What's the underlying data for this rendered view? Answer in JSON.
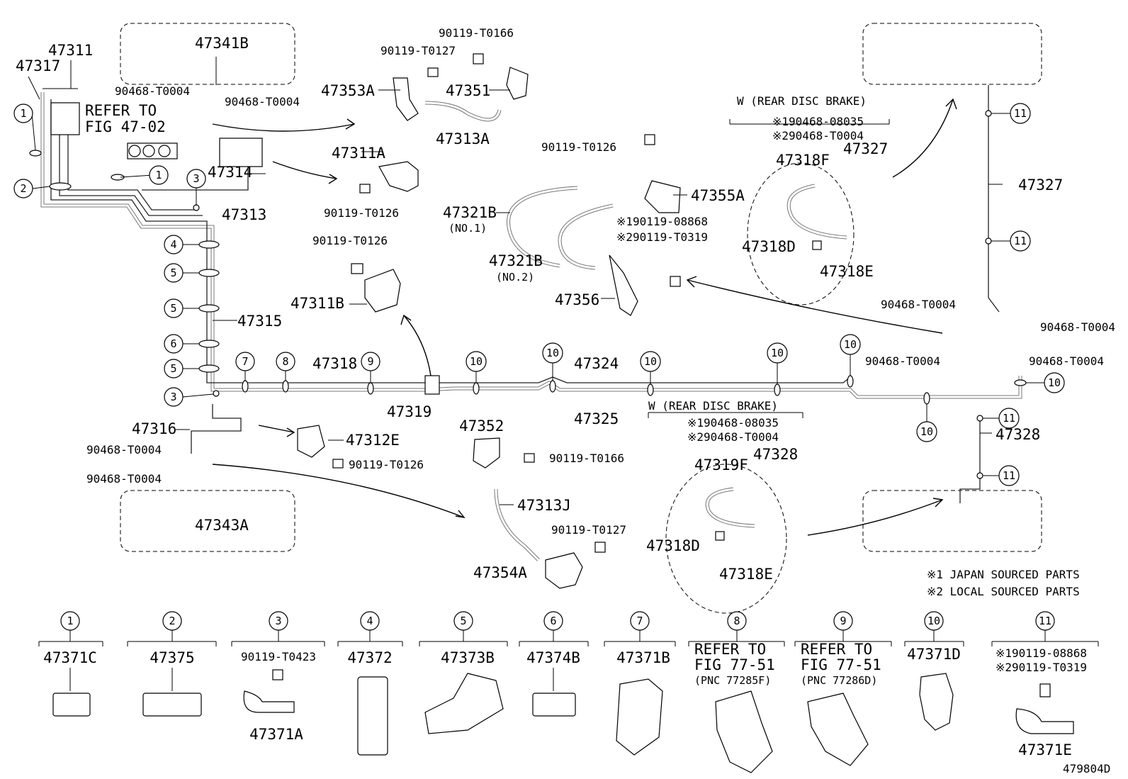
{
  "labels": {
    "p47311": "47311",
    "p47317": "47317",
    "p47341B": "47341B",
    "refer_fig_a": "REFER TO",
    "refer_fig_b": "FIG 47-02",
    "p90468_a": "90468-T0004",
    "p90468_b": "90468-T0004",
    "p47314": "47314",
    "p47313": "47313",
    "p47315": "47315",
    "p47316": "47316",
    "p90468_c": "90468-T0004",
    "p90468_d": "90468-T0004",
    "p47343A": "47343A",
    "p47312E": "47312E",
    "p90119_e": "90119-T0126",
    "p90119_a": "90119-T0166",
    "p90119_b": "90119-T0127",
    "p47353A": "47353A",
    "p47351": "47351",
    "p47313A": "47313A",
    "p47311A": "47311A",
    "p90119_c": "90119-T0126",
    "p90119_d": "90119-T0126",
    "p47311B": "47311B",
    "p47318": "47318",
    "p47319": "47319",
    "p47324": "47324",
    "p47325": "47325",
    "p90119_f": "90119-T0126",
    "p47321B_1": "47321B",
    "no1": "(NO.1)",
    "p47321B_2": "47321B",
    "no2": "(NO.2)",
    "p47355A": "47355A",
    "mark1_a": "※190119-08868",
    "mark2_a": "※290119-T0319",
    "p47356": "47356",
    "w_rear_top": "W (REAR DISC BRAKE)",
    "mark1_b": "※190468-08035",
    "mark2_b": "※290468-T0004",
    "p47318F": "47318F",
    "p47327a": "47327",
    "p47318D_a": "47318D",
    "p47318E_a": "47318E",
    "p47327": "47327",
    "p90468_e": "90468-T0004",
    "p90468_f": "90468-T0004",
    "p90468_g": "90468-T0004",
    "p90468_h": "90468-T0004",
    "p47328": "47328",
    "p47352": "47352",
    "p90119_g": "90119-T0166",
    "p47313J": "47313J",
    "p90119_h": "90119-T0127",
    "p47354A": "47354A",
    "w_rear_bot": "W (REAR DISC BRAKE)",
    "mark1_c": "※190468-08035",
    "mark2_c": "※290468-T0004",
    "p47319F": "47319F",
    "p47328b": "47328",
    "p47318D_b": "47318D",
    "p47318E_b": "47318E",
    "japan": "※1 JAPAN SOURCED PARTS",
    "local": "※2 LOCAL SOURCED PARTS",
    "figcode": "479804D"
  },
  "callouts": [
    "1",
    "2",
    "3",
    "4",
    "5",
    "6",
    "7",
    "8",
    "9",
    "10",
    "11"
  ],
  "legend": [
    {
      "num": "1",
      "top": "47371C"
    },
    {
      "num": "2",
      "top": "47375"
    },
    {
      "num": "3",
      "top": "90119-T0423",
      "bottom": "47371A"
    },
    {
      "num": "4",
      "top": "47372"
    },
    {
      "num": "5",
      "top": "47373B"
    },
    {
      "num": "6",
      "top": "47374B"
    },
    {
      "num": "7",
      "top": "47371B"
    },
    {
      "num": "8",
      "l1": "REFER TO",
      "l2": "FIG 77-51",
      "l3": "(PNC 77285F)"
    },
    {
      "num": "9",
      "l1": "REFER TO",
      "l2": "FIG 77-51",
      "l3": "(PNC 77286D)"
    },
    {
      "num": "10",
      "top": "47371D"
    },
    {
      "num": "11",
      "l1": "※190119-08868",
      "l2": "※290119-T0319",
      "bottom": "47371E"
    }
  ]
}
